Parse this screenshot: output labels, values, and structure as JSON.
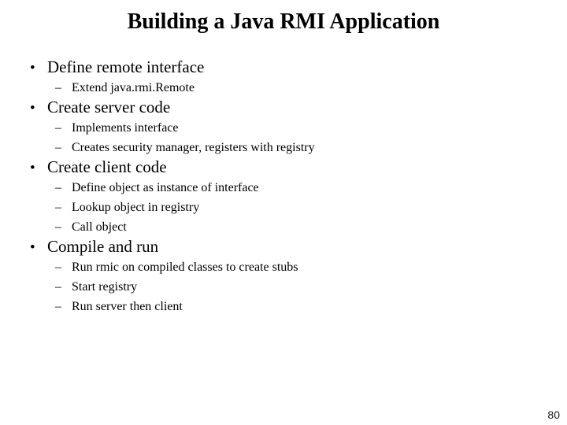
{
  "slide": {
    "title": "Building a Java RMI Application",
    "page_number": "80",
    "markers": {
      "level1": "•",
      "level2": "–"
    },
    "colors": {
      "background": "#ffffff",
      "text": "#000000"
    },
    "bullets": [
      {
        "label": "Define remote interface",
        "subs": [
          "Extend java.rmi.Remote"
        ]
      },
      {
        "label": "Create server code",
        "subs": [
          "Implements interface",
          "Creates security manager, registers with registry"
        ]
      },
      {
        "label": "Create client code",
        "subs": [
          "Define object as instance of interface",
          "Lookup object in registry",
          "Call object"
        ]
      },
      {
        "label": "Compile and run",
        "subs": [
          "Run rmic on compiled classes to create stubs",
          "Start registry",
          "Run server then client"
        ]
      }
    ]
  }
}
